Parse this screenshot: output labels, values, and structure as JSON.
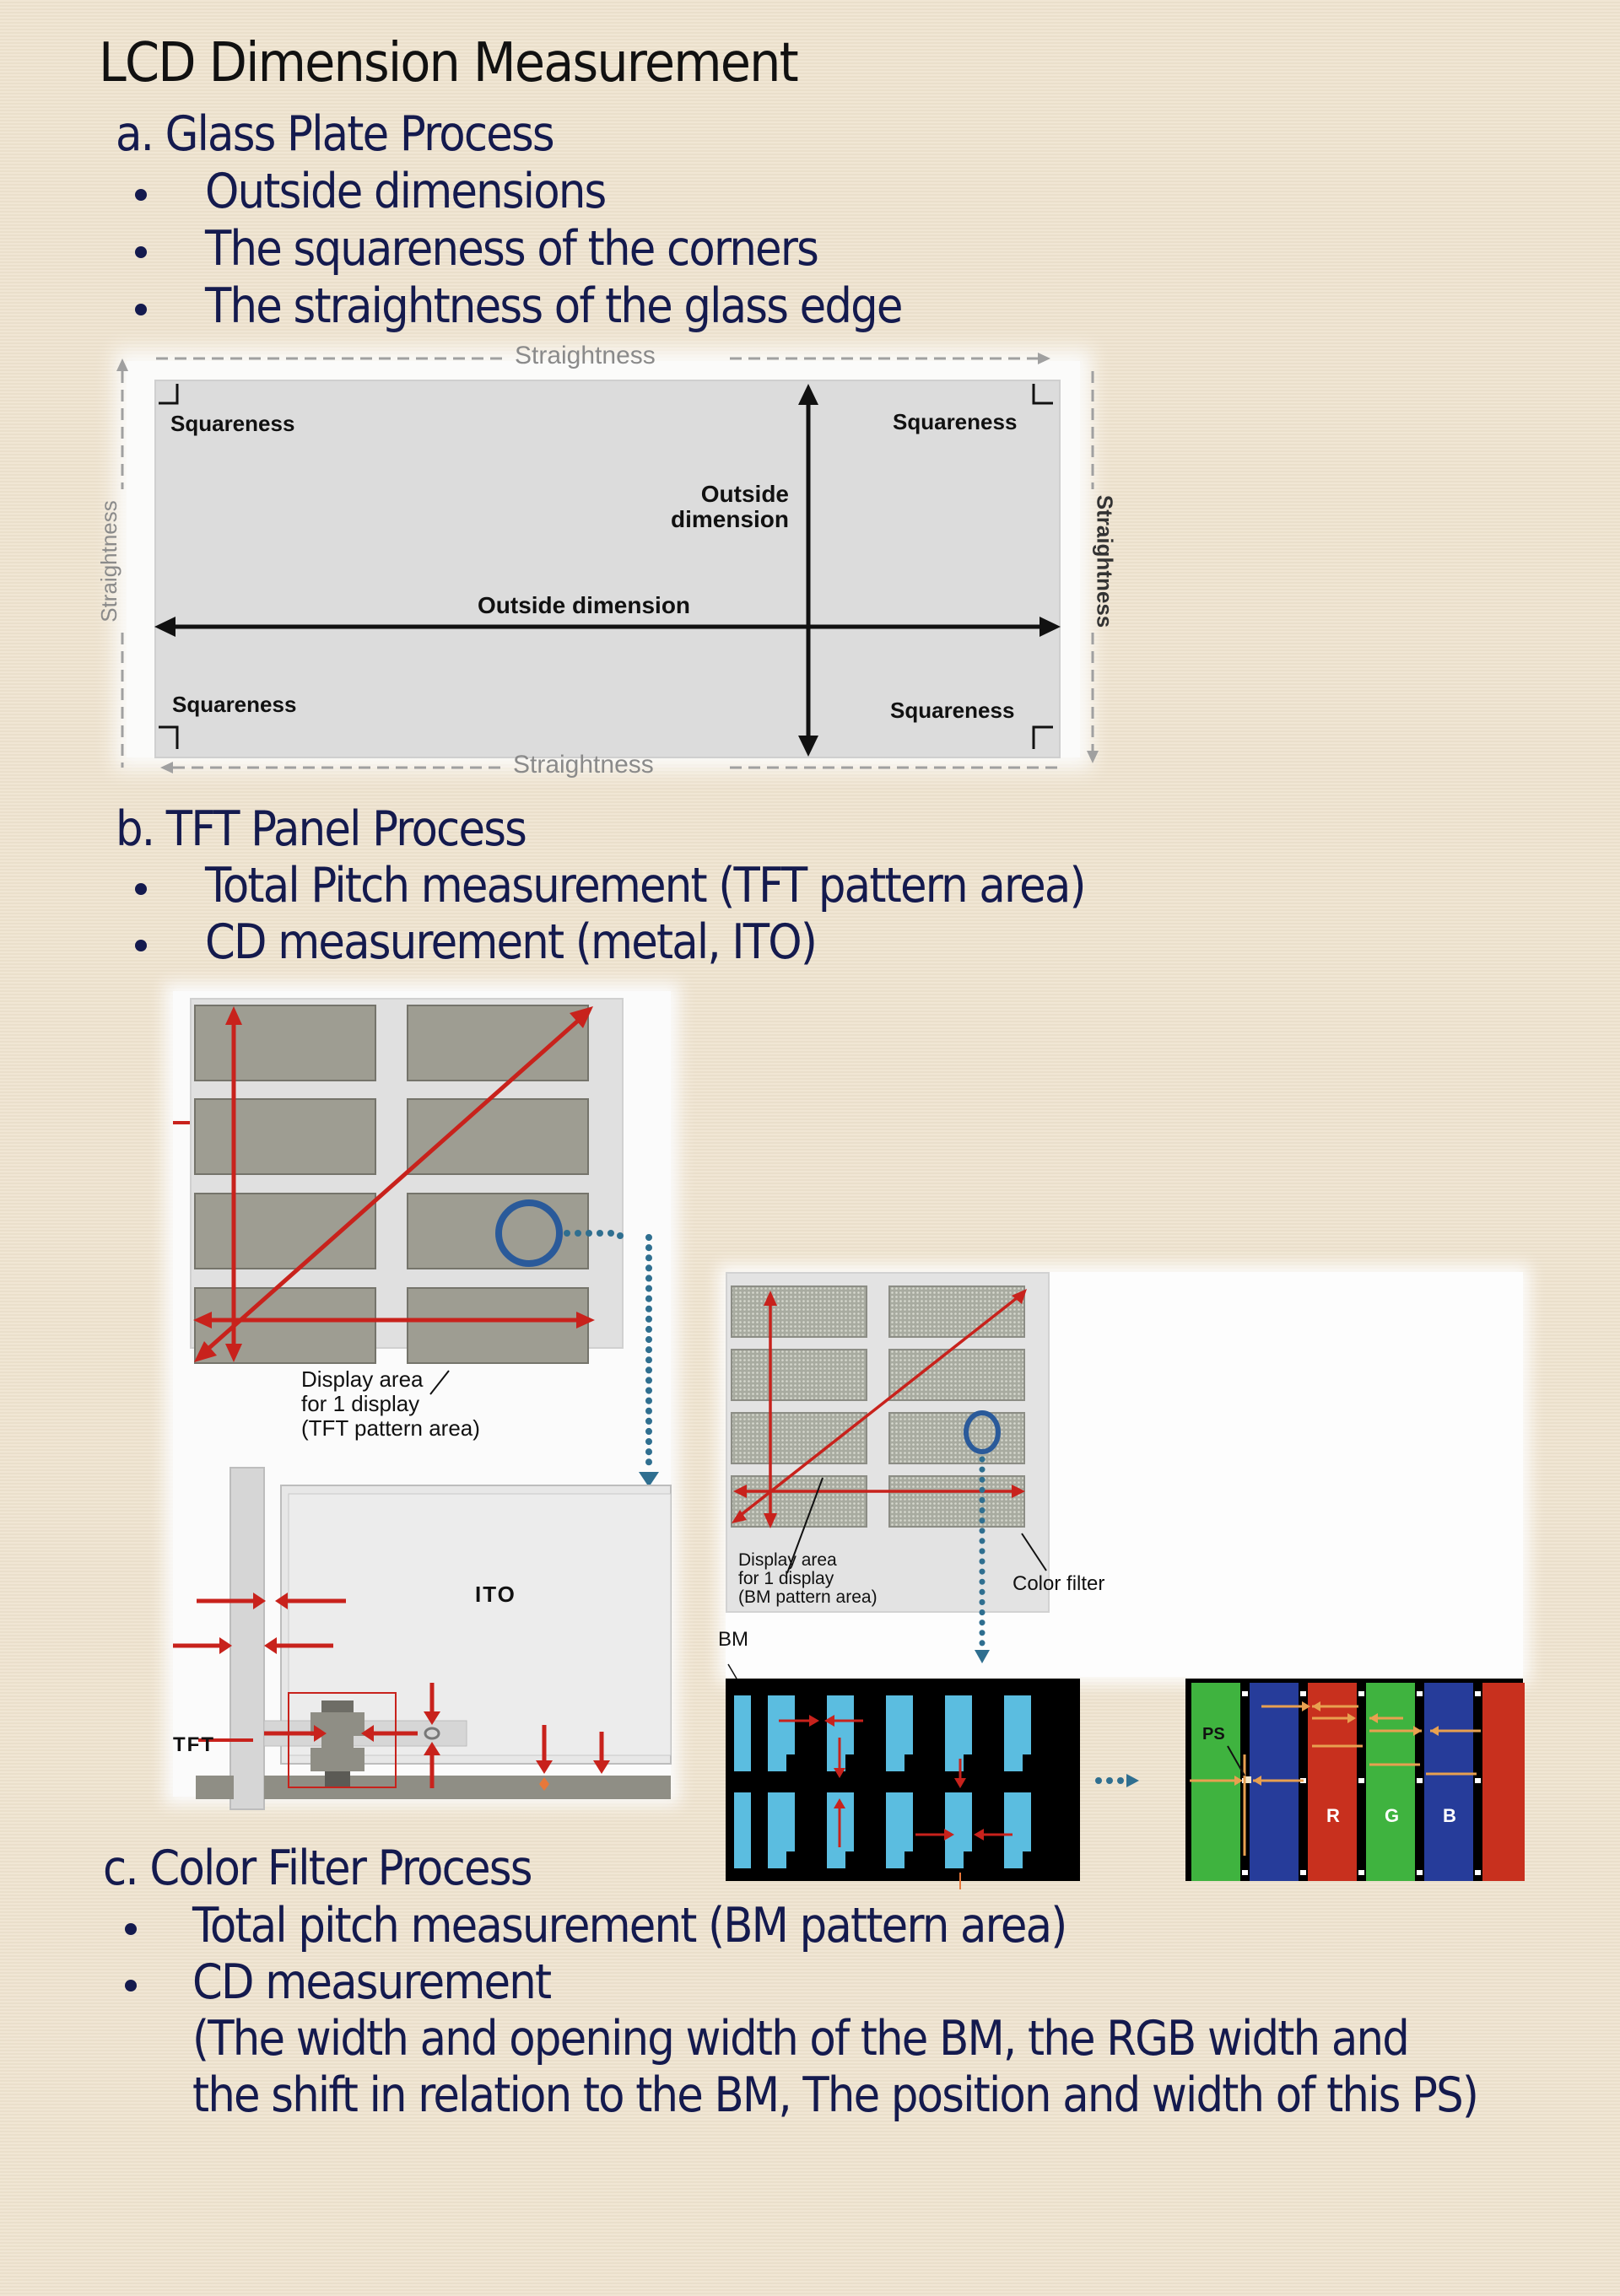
{
  "page": {
    "title": "LCD Dimension Measurement"
  },
  "sections": [
    {
      "heading": "a. Glass Plate Process",
      "bullets": [
        "Outside dimensions",
        "The squareness of the corners",
        "The straightness of the glass edge"
      ]
    },
    {
      "heading": "b. TFT Panel Process",
      "bullets": [
        "Total Pitch measurement (TFT pattern area)",
        "CD measurement (metal, ITO)"
      ]
    },
    {
      "heading": "c. Color Filter Process",
      "bullets": [
        "Total pitch measurement (BM pattern area)",
        "CD measurement"
      ],
      "note_lines": [
        "(The width and opening width of the BM, the RGB width and",
        "the shift in relation to the BM, The position and width of this PS)"
      ]
    }
  ],
  "glass_diagram": {
    "straightness_top": "Straightness",
    "straightness_bottom": "Straightness",
    "straightness_left": "Straightness",
    "straightness_right": "Straightness",
    "squareness_tl": "Squareness",
    "squareness_tr": "Squareness",
    "squareness_bl": "Squareness",
    "squareness_br": "Squareness",
    "outside_dim_vertical_1": "Outside",
    "outside_dim_vertical_2": "dimension",
    "outside_dim_horizontal": "Outside dimension"
  },
  "tft_diagram": {
    "display_area_1": "Display area",
    "display_area_2": "for 1 display",
    "display_area_3": "(TFT pattern area)",
    "ito_label": "ITO",
    "tft_label": "TFT"
  },
  "cf_diagram": {
    "display_area_1": "Display area",
    "display_area_2": "for 1 display",
    "display_area_3": "(BM pattern area)",
    "color_filter_label": "Color filter",
    "bm_label": "BM",
    "ps_label": "PS",
    "r_label": "R",
    "g_label": "G",
    "b_label": "B"
  },
  "colors": {
    "background": "#efe3cf",
    "heading_text": "#141a4e",
    "arrow_red": "#c8221c",
    "circle_blue": "#2a5a9a",
    "bm_cyan": "#5bbde0"
  }
}
